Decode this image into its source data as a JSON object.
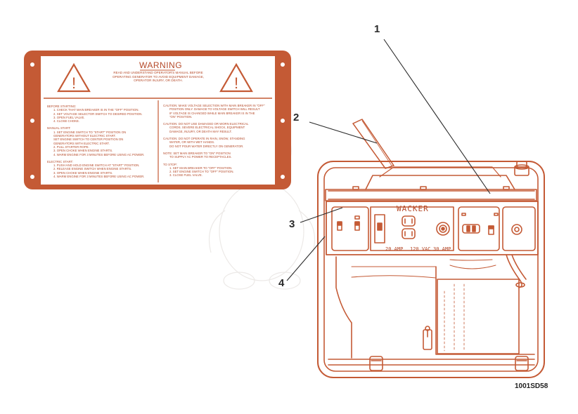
{
  "figure_id": "1001SD58",
  "callouts": [
    "1",
    "2",
    "3",
    "4"
  ],
  "colors": {
    "decal": "#c45a35",
    "line": "#b54a2a",
    "callout_line": "#2a2a2a"
  },
  "decal": {
    "title": "WARNING",
    "subtitle": "READ AND UNDERSTAND OPERATOR'S MANUAL BEFORE OPERATING GENERATOR TO AVOID EQUIPMENT DAMAGE, OPERATOR INJURY, OR DEATH.",
    "left_column": [
      {
        "heading": "BEFORE STARTING:",
        "items": [
          "1. CHECK THAT MAIN BREAKER IS IN THE \"OFF\" POSITION.",
          "2. SET VOLTAGE SELECTOR SWITCH TO DESIRED POSITION.",
          "3. OPEN FUEL VALVE.",
          "4. CLOSE CHOKE."
        ]
      },
      {
        "heading": "MANUAL START:",
        "items": [
          "1. SET ENGINE SWITCH TO \"START\" POSITION ON",
          "   GENERATORS WITHOUT ELECTRIC START.",
          "   SET ENGINE SWITCH TO CENTER POSITION ON",
          "   GENERATORS WITH ELECTRIC START.",
          "2. PULL STARTER ROPE.",
          "3. OPEN CHOKE WHEN ENGINE STARTS.",
          "4. WARM ENGINE FOR 3 MINUTES BEFORE USING AC POWER."
        ]
      },
      {
        "heading": "ELECTRIC START:",
        "items": [
          "1. PUSH AND HOLD ENGINE SWITCH AT \"START\" POSITION.",
          "2. RELEASE ENGINE SWITCH WHEN ENGINE STARTS.",
          "3. OPEN CHOKE WHEN ENGINE STARTS.",
          "4. WARM ENGINE FOR 3 MINUTES BEFORE USING AC POWER."
        ]
      }
    ],
    "right_column": [
      {
        "heading": "CAUTION: MAKE VOLTAGE SELECTION WITH MAIN BREAKER IN \"OFF\"",
        "items": [
          "POSITION ONLY. DAMAGE TO VOLTAGE SWITCH WILL RESULT",
          "IF VOLTAGE IS CHANGED WHILE MAIN BREAKER IS IN THE",
          "\"ON\" POSITION."
        ]
      },
      {
        "heading": "CAUTION: DO NOT USE DAMAGED OR WORN ELECTRICAL",
        "items": [
          "CORDS. SEVERE ELECTRICAL SHOCK, EQUIPMENT",
          "DAMAGE, INJURY, OR DEATH MAY RESULT."
        ]
      },
      {
        "heading": "CAUTION: DO NOT OPERATE IN RAIN, SNOW, STANDING",
        "items": [
          "WATER, OR WITH WET HANDS.",
          "DO NOT POUR WATER DIRECTLY ON GENERATOR."
        ]
      },
      {
        "heading": "NOTE: SET MAIN BREAKER TO \"ON\" POSITION",
        "items": [
          "TO SUPPLY AC POWER TO RECEPTACLES."
        ]
      },
      {
        "heading": "TO STOP:",
        "items": [
          "1. SET MAIN BREAKER TO \"OFF\" POSITION.",
          "2. SET ENGINE SWITCH TO \"OFF\" POSITION.",
          "3. CLOSE FUEL VALVE."
        ]
      }
    ]
  },
  "panel": {
    "brand": "WACKER",
    "rating_left": "20 AMP",
    "rating_mid": "120 VAC",
    "rating_right": "30 AMP"
  }
}
